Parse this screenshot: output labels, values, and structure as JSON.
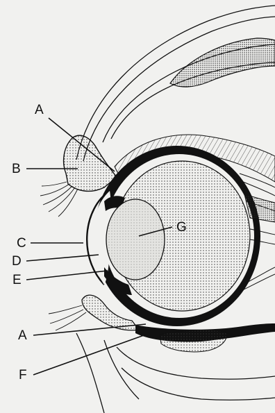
{
  "labels": {
    "a_upper": "A",
    "b": "B",
    "c": "C",
    "d": "D",
    "e": "E",
    "a_lower": "A",
    "f": "F",
    "g": "G"
  },
  "colors": {
    "paper": "#f1f1ef",
    "ink": "#111111",
    "stipple": "#c9c9c6",
    "lens": "#e4e4e1"
  }
}
